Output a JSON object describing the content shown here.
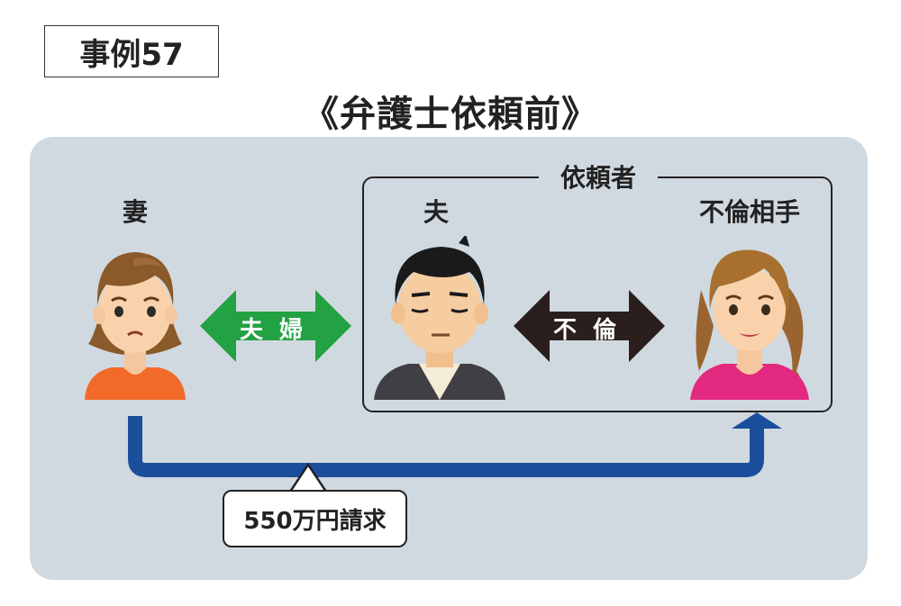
{
  "case_label": "事例57",
  "title": "《弁護士依頼前》",
  "client_group_label": "依頼者",
  "persons": {
    "wife": "妻",
    "husband": "夫",
    "affair_partner": "不倫相手"
  },
  "relations": {
    "marriage": "夫婦",
    "affair": "不倫"
  },
  "claim": "550万円請求",
  "colors": {
    "panel": "#d1d9e0",
    "marriage_arrow": "#22a243",
    "affair_arrow": "#2a1f1c",
    "claim_arrow": "#1a4f9b"
  }
}
